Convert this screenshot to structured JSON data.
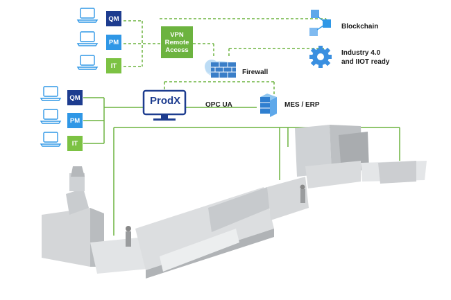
{
  "remote_clients": [
    {
      "label": "QM",
      "color": "#1d3c8f"
    },
    {
      "label": "PM",
      "color": "#2f97e6"
    },
    {
      "label": "IT",
      "color": "#7cc243"
    }
  ],
  "local_clients": [
    {
      "label": "QM",
      "color": "#1d3c8f"
    },
    {
      "label": "PM",
      "color": "#2f97e6"
    },
    {
      "label": "IT",
      "color": "#7cc243"
    }
  ],
  "vpn_label": "VPN\nRemote\nAccess",
  "firewall_label": "Firewall",
  "prodx_label": "ProdX",
  "opcua_label": "OPC UA",
  "mes_label": "MES / ERP",
  "blockchain_label": "Blockchain",
  "industry_label_1": "Industry 4.0",
  "industry_label_2": "and IIOT ready",
  "colors": {
    "green": "#6cb33f",
    "blue": "#1d3c8f",
    "lightblue": "#2f97e6"
  }
}
